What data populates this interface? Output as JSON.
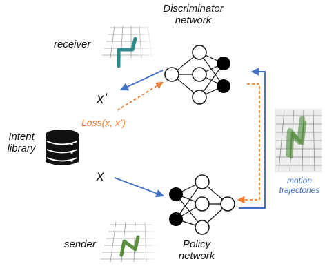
{
  "labels": {
    "discriminator_network": "Discriminator\nnetwork",
    "policy_network": "Policy\nnetwork",
    "receiver": "receiver",
    "sender": "sender",
    "intent_library": "Intent\nlibrary",
    "x_prime": "x’",
    "x": "x",
    "loss": "Loss(x, x’)",
    "motion_trajectories": "motion\ntrajectories"
  },
  "colors": {
    "arrow_blue": "#4472c4",
    "loss_orange": "#ed7d31",
    "receiver_trajectory": "#2e8b8b",
    "sender_trajectory": "#3f7f1f",
    "motion_trajectory": "#4c8a3c",
    "motion_label": "#4472c4",
    "node_black": "#000000",
    "database": "#111111"
  },
  "icons": {
    "database": "database-icon",
    "discriminator": "neural-network-icon",
    "policy": "neural-network-icon"
  }
}
